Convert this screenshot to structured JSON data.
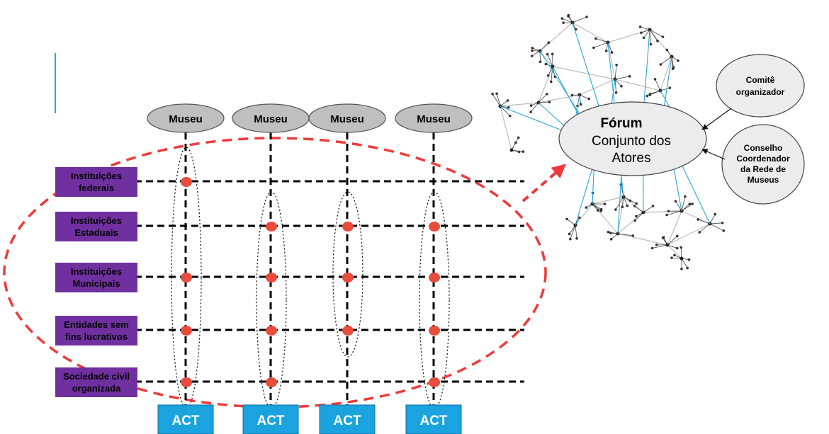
{
  "museums": [
    "Museu",
    "Museu",
    "Museu",
    "Museu"
  ],
  "institutions": [
    [
      "Instituições",
      "federais"
    ],
    [
      "Instituições",
      "Estaduais"
    ],
    [
      "Instituições",
      "Municipais"
    ],
    [
      "Entidades sem",
      "fins lucrativos"
    ],
    [
      "Sociedade civil",
      "organizada"
    ]
  ],
  "act_labels": [
    "ACT",
    "ACT",
    "ACT",
    "ACT"
  ],
  "forum": {
    "title": "Fórum",
    "line1": "Conjunto dos",
    "line2": "Atores"
  },
  "committee": [
    "Comitê",
    "organizador"
  ],
  "council": [
    "Conselho",
    "Coordenador",
    "da Rede de",
    "Museus"
  ],
  "participation": [
    [
      1,
      0,
      0,
      0
    ],
    [
      0,
      1,
      1,
      1
    ],
    [
      1,
      1,
      1,
      1
    ],
    [
      1,
      1,
      1,
      1
    ],
    [
      1,
      1,
      0,
      1
    ]
  ],
  "colors": {
    "institution_box": "#7030a0",
    "act_box": "#1ba3e0",
    "museum_ellipse": "#bfbfbf",
    "dot": "#e84c3d",
    "dashed_red": "#ee3b3b",
    "network_link": "#2aa7d8"
  }
}
